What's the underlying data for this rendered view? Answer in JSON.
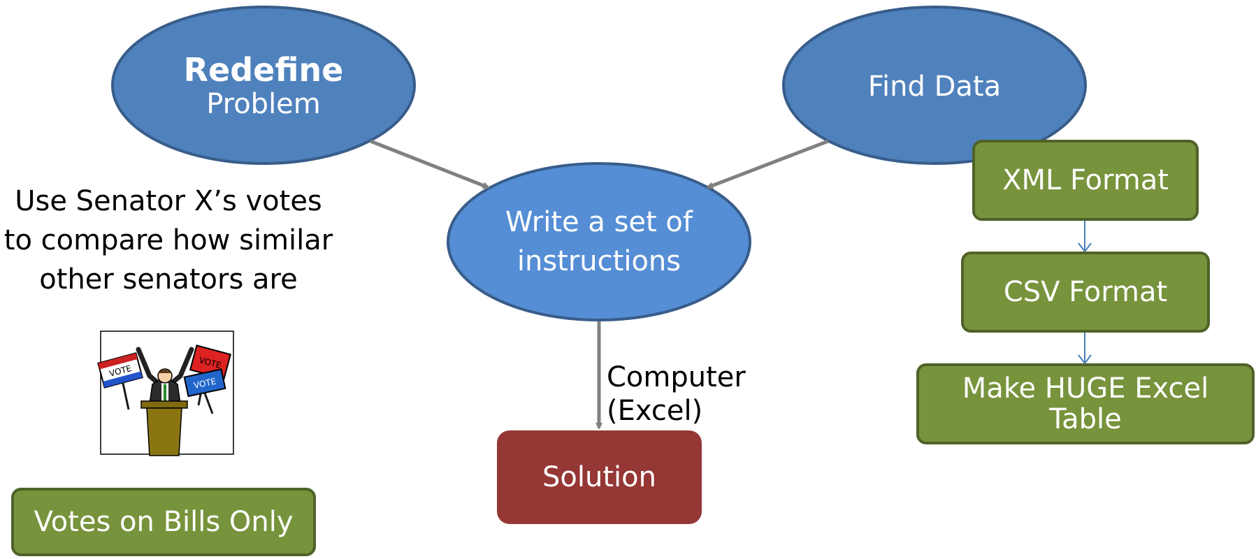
{
  "nodes": {
    "redefine": {
      "title": "Redefine",
      "subtitle": "Problem"
    },
    "find_data": {
      "label": "Find Data"
    },
    "instructions": {
      "label": "Write a set of instructions"
    },
    "solution": {
      "label": "Solution"
    }
  },
  "data_steps": [
    "XML Format",
    "CSV Format",
    "Make HUGE Excel Table"
  ],
  "problem_statement": "Use Senator X’s votes to compare how similar other senators are",
  "filter_label": "Votes on Bills Only",
  "tool_label": "Computer (Excel)",
  "clipart": {
    "sign_text": "VOTE"
  },
  "colors": {
    "ellipse_fill": "#4f81bd",
    "ellipse_center_fill": "#558ed5",
    "ellipse_border": "#385d8a",
    "green_fill": "#77933c",
    "green_border": "#4f6228",
    "solution_fill": "#953735",
    "arrow_gray": "#808080",
    "arrow_blue": "#4a7ebb"
  }
}
